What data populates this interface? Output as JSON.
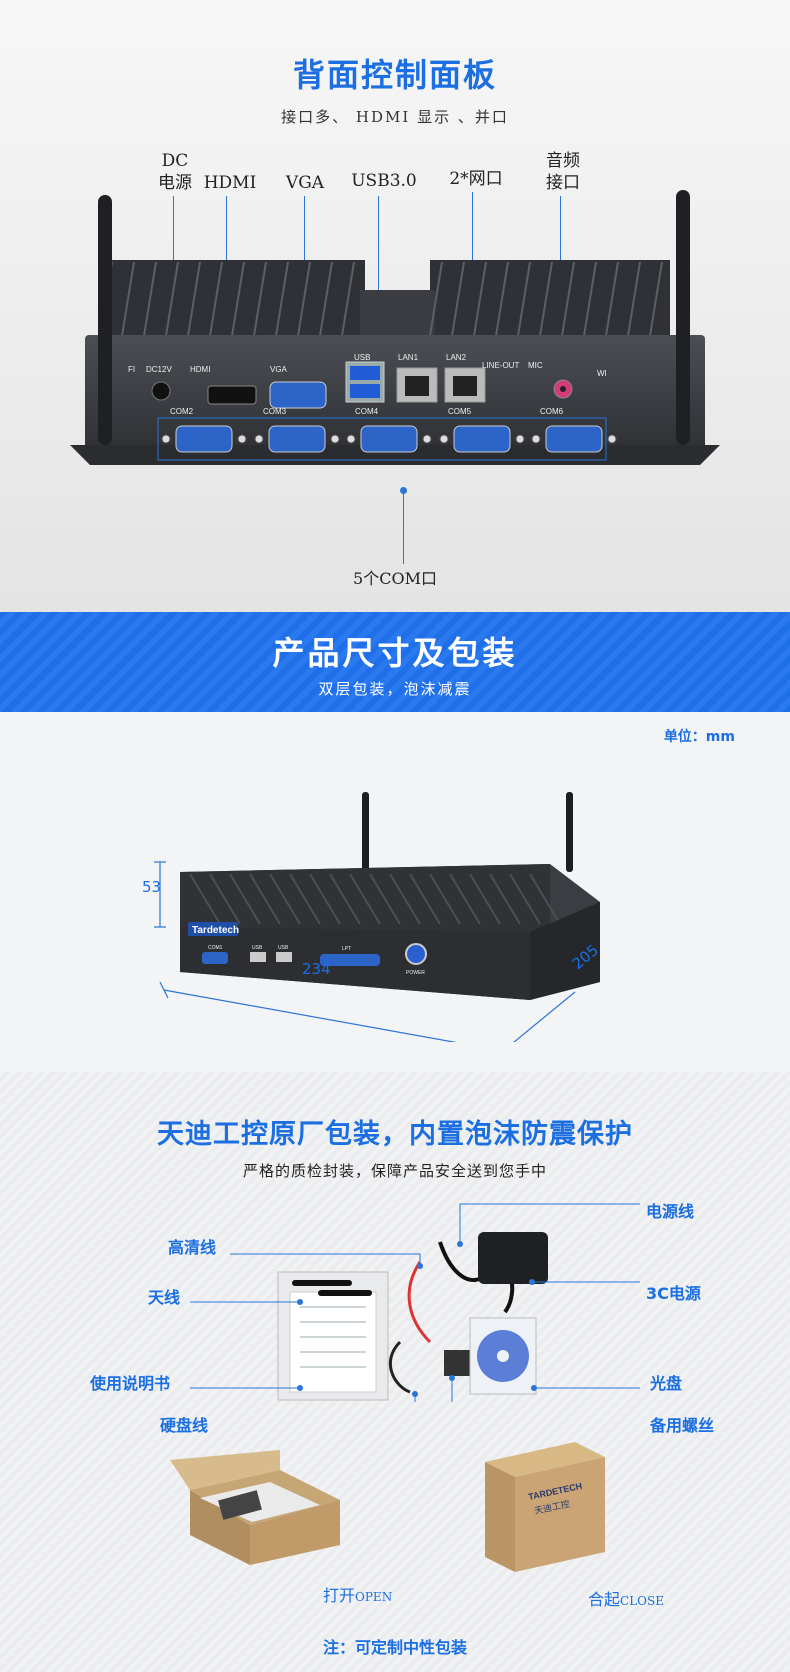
{
  "rear_panel": {
    "title": "背面控制面板",
    "subtitle": "接口多、 HDMI 显示 、并口",
    "callouts": {
      "dc": "DC",
      "dc_power": "电源",
      "hdmi": "HDMI",
      "vga": "VGA",
      "usb3": "USB3.0",
      "lan": "2*网口",
      "audio_1": "音频",
      "audio_2": "接口",
      "com": "5个COM口"
    },
    "silkscreen": {
      "wifi_left": "FI",
      "dc12v": "DC12V",
      "hdmi": "HDMI",
      "vga": "VGA",
      "usb": "USB",
      "lan1": "LAN1",
      "lan2": "LAN2",
      "line_out": "LINE-OUT",
      "mic": "MIC",
      "wifi_right": "WI",
      "com2": "COM2",
      "com3": "COM3",
      "com4": "COM4",
      "com5": "COM5",
      "com6": "COM6"
    }
  },
  "banner": {
    "title": "产品尺寸及包装",
    "subtitle": "双层包装，泡沫减震"
  },
  "dimensions": {
    "unit_label": "单位：mm",
    "height": "53",
    "length": "234",
    "depth": "205",
    "front": {
      "brand": "Tardetech",
      "com1": "COM1",
      "usb_a": "USB",
      "usb_b": "USB",
      "lpt": "LPT",
      "power": "POWER"
    }
  },
  "packaging": {
    "title": "天迪工控原厂包装，内置泡沫防震保护",
    "subtitle": "严格的质检封装，保障产品安全送到您手中",
    "items": {
      "hdmi_cable": "高清线",
      "antenna": "天线",
      "manual": "使用说明书",
      "hdd_cable": "硬盘线",
      "power_cord": "电源线",
      "adapter": "3C电源",
      "disc": "光盘",
      "screws": "备用螺丝"
    },
    "box_brand": "TARDETECH",
    "box_brand_cn": "天迪工控",
    "open_cn": "打开",
    "open_en": "OPEN",
    "close_cn": "合起",
    "close_en": "CLOSE",
    "note": "注：可定制中性包装"
  },
  "colors": {
    "accent": "#1c6fe2",
    "banner": "#1e6fe8",
    "device": "#3a3d42"
  }
}
